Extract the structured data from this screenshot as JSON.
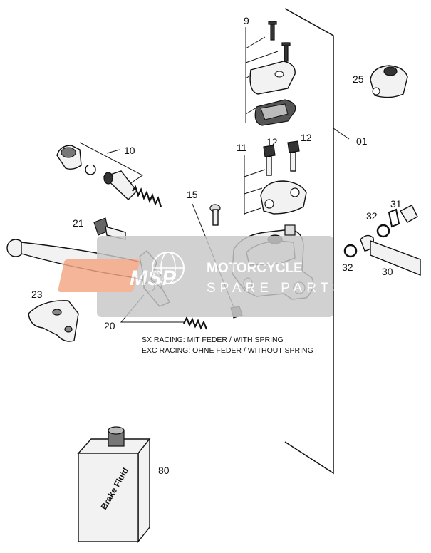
{
  "labels": {
    "p9": "9",
    "p25": "25",
    "p01": "01",
    "p10": "10",
    "p11": "11",
    "p12a": "12",
    "p12b": "12",
    "p15": "15",
    "p31": "31",
    "p32a": "32",
    "p32b": "32",
    "p30": "30",
    "p21": "21",
    "p23": "23",
    "p20": "20",
    "p80": "80"
  },
  "notes": {
    "sx": "SX RACING: MIT FEDER / WITH SPRING",
    "exc": "EXC RACING: OHNE FEDER / WITHOUT SPRING"
  },
  "bottle_label": "Brake Fluid",
  "watermark": {
    "logo": "MSP",
    "line1": "MOTORCYCLE",
    "line2": "SPARE PARTS",
    "logo_color": "#f4a582",
    "band_color": "#c8c8c8"
  }
}
